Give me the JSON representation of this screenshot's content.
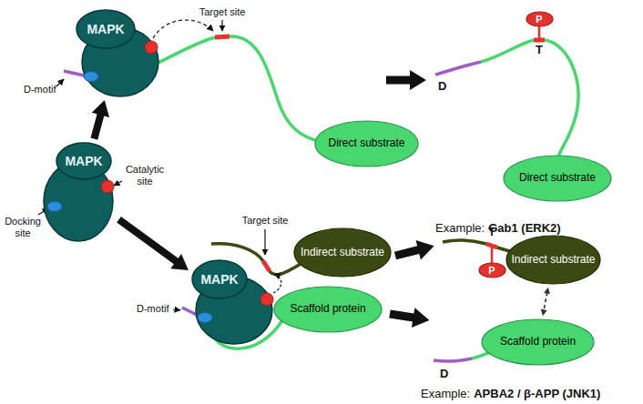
{
  "diagram": {
    "nodes": [
      {
        "text": [
          "MAPK"
        ]
      },
      {
        "text": [
          "MAPK"
        ]
      },
      {
        "text": [
          "Direct substrate"
        ]
      },
      {
        "text": [
          "P"
        ]
      },
      {
        "text": [
          "Direct substrate"
        ]
      },
      {
        "text": [
          "MAPK"
        ]
      },
      {
        "text": [
          "Indirect substrate"
        ]
      },
      {
        "text": [
          "Scaffold protein"
        ]
      },
      {
        "text": [
          "Indirect substrate"
        ]
      },
      {
        "text": [
          "P"
        ]
      },
      {
        "text": [
          "Scaffold protein"
        ]
      }
    ],
    "edges": [
      {
        "from": 0,
        "to": 1,
        "arrow": "to"
      },
      {
        "from": 0,
        "to": 5,
        "arrow": "to"
      },
      {
        "from": 8,
        "to": 10,
        "arrow": "both"
      }
    ],
    "labels": [
      "Target site",
      "D-motif",
      "Catalytic site",
      "Docking site",
      "D",
      "T",
      "Example:",
      "Gab1 (ERK2)",
      "Target site",
      "D-motif",
      "T",
      "D",
      "Example:",
      "APBA2 / β-APP (JNK1)"
    ]
  }
}
